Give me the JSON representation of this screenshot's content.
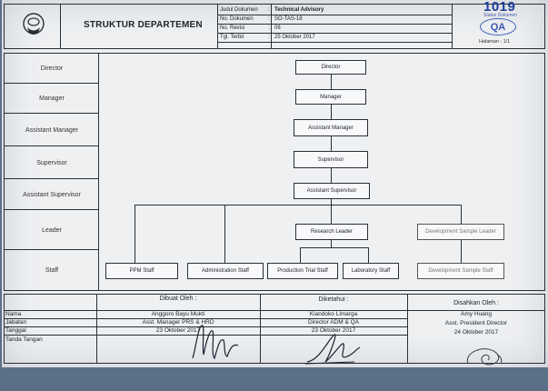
{
  "header": {
    "title": "STRUKTUR DEPARTEMEN",
    "doc_number_stamp": "1019",
    "stamp_label": "Status Dokumen",
    "stamp_badge": "QA",
    "page_label": "Halaman : 1/1",
    "fields": [
      {
        "label": "Judul Dokumen",
        "sep": ":",
        "value": "Technical Advisory"
      },
      {
        "label": "No. Dokumen",
        "sep": ":",
        "value": "SO-TAS-18"
      },
      {
        "label": "No. Revisi",
        "sep": ":",
        "value": "06"
      },
      {
        "label": "Tgl. Terbit",
        "sep": ":",
        "value": "25 Oktober 2017"
      }
    ]
  },
  "levels": [
    "Director",
    "Manager",
    "Assistant Manager",
    "Supervisor",
    "Assistant Supervisor",
    "Leader",
    "Staff"
  ],
  "org": {
    "director": "Director",
    "manager": "Manager",
    "assistant_manager": "Assistant Manager",
    "supervisor": "Supervisor",
    "assistant_supervisor": "Assistant Supervisor",
    "research_leader": "Research Leader",
    "development_sample_leader": "Development Sample Leader",
    "staff": [
      "PPM Staff",
      "Administration Staff",
      "Production Trial Staff",
      "Laboratory Staff",
      "Development Sample Staff"
    ]
  },
  "approval": {
    "row_labels": [
      "Nama",
      "Jabatan",
      "Tanggal",
      "Tanda Tangan"
    ],
    "columns": [
      {
        "heading": "Dibuat Oleh :",
        "name": "Anggoro Bayu Mukti",
        "position": "Asst. Manager PRS & HRD",
        "date": "23 Oktober 2017"
      },
      {
        "heading": "Diketahui :",
        "name": "Kiandoko Limarga",
        "position": "Director ADM & QA",
        "date": "23 Oktober 2017"
      },
      {
        "heading": "Disahkan Oleh :",
        "name": "Amy Huang",
        "position": "Asst. President Director",
        "date": "24 Oktober 2017"
      }
    ]
  }
}
